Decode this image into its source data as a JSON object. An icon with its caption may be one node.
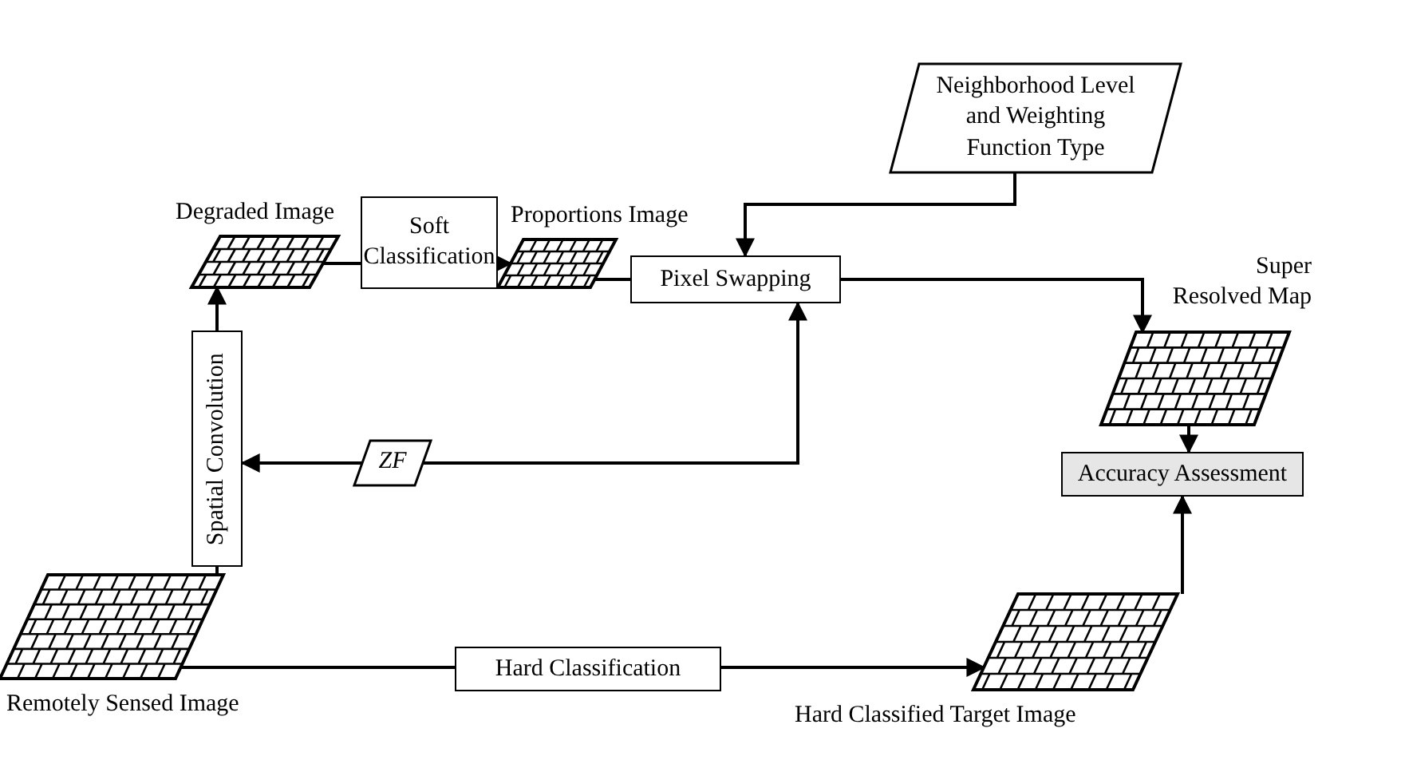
{
  "diagram": {
    "nodes": [
      {
        "text": [
          "Neighborhood Level and Weighting Function Type"
        ]
      },
      {
        "text": [
          "Degraded Image"
        ]
      },
      {
        "text": [
          "Soft Classification"
        ]
      },
      {
        "text": [
          "Proportions Image"
        ]
      },
      {
        "text": [
          "Pixel Swapping"
        ]
      },
      {
        "text": [
          "Super Resolved Map"
        ]
      },
      {
        "text": [
          "Spatial Convolution"
        ]
      },
      {
        "text": [
          "ZF"
        ]
      },
      {
        "text": [
          "Accuracy Assessment"
        ]
      },
      {
        "text": [
          "Remotely Sensed Image"
        ]
      },
      {
        "text": [
          "Hard Classification"
        ]
      },
      {
        "text": [
          "Hard Classified Target Image"
        ]
      }
    ],
    "edges": [
      {
        "from": 9,
        "to": 6,
        "arrow": "none"
      },
      {
        "from": 6,
        "to": 1,
        "arrow": "to"
      },
      {
        "from": 1,
        "to": 2,
        "arrow": "none"
      },
      {
        "from": 2,
        "to": 3,
        "arrow": "to"
      },
      {
        "from": 3,
        "to": 4,
        "arrow": "none"
      },
      {
        "from": 0,
        "to": 4,
        "arrow": "to"
      },
      {
        "from": 4,
        "to": 5,
        "arrow": "to"
      },
      {
        "from": 7,
        "to": 4,
        "arrow": "to"
      },
      {
        "from": 7,
        "to": 6,
        "arrow": "to"
      },
      {
        "from": 5,
        "to": 8,
        "arrow": "to"
      },
      {
        "from": 11,
        "to": 8,
        "arrow": "to"
      },
      {
        "from": 9,
        "to": 10,
        "arrow": "none"
      },
      {
        "from": 10,
        "to": 11,
        "arrow": "to"
      }
    ]
  }
}
